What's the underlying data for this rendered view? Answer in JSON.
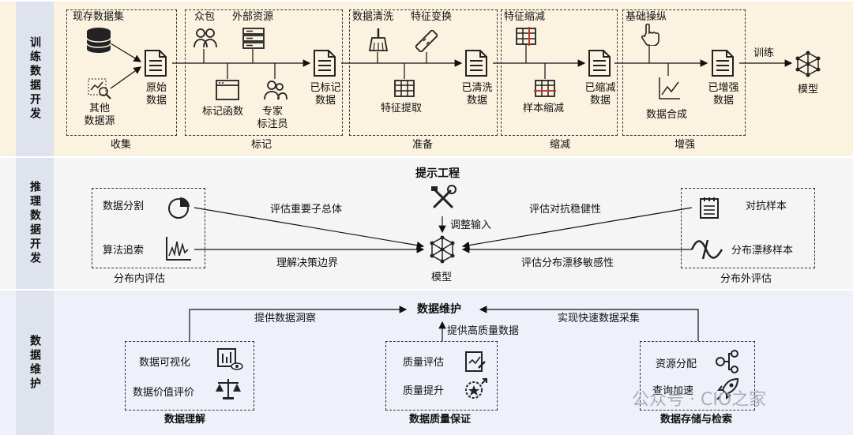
{
  "sections": {
    "training": "训练数据开发",
    "inference": "推理数据开发",
    "maintenance": "数据维护"
  },
  "training": {
    "collect": {
      "stage": "收集",
      "existing": "现存数据集",
      "other": [
        "其他",
        "数据源"
      ],
      "output": [
        "原始",
        "数据"
      ]
    },
    "label": {
      "stage": "标记",
      "crowd": "众包",
      "external": "外部资源",
      "func": "标记函数",
      "expert": [
        "专家",
        "标注员"
      ],
      "output": [
        "已标记",
        "数据"
      ]
    },
    "prepare": {
      "stage": "准备",
      "clean": "数据清洗",
      "transform": "特征变换",
      "extract": "特征提取",
      "output": [
        "已清洗",
        "数据"
      ]
    },
    "reduce": {
      "stage": "缩减",
      "feature": "特征缩减",
      "sample": "样本缩减",
      "output": [
        "已缩减",
        "数据"
      ]
    },
    "augment": {
      "stage": "增强",
      "manip": "基础操纵",
      "synth": "数据合成",
      "output": [
        "已增强",
        "数据"
      ]
    },
    "train_label": "训练",
    "model": "模型"
  },
  "inference": {
    "title": "提示工程",
    "adjust": "调整输入",
    "model": "模型",
    "split": "数据分割",
    "trace": "算法追索",
    "in_dist": "分布内评估",
    "eval_subpop": "评估重要子总体",
    "understand": "理解决策边界",
    "adversarial": "对抗样本",
    "shift": "分布漂移样本",
    "out_dist": "分布外评估",
    "eval_robust": "评估对抗稳健性",
    "eval_shift": "评估分布漂移敏感性"
  },
  "maintenance": {
    "title": "数据维护",
    "understanding": {
      "group": "数据理解",
      "viz": "数据可视化",
      "valuation": "数据价值评价",
      "arrow": "提供数据洞察"
    },
    "quality": {
      "group": "数据质量保证",
      "assess": "质量评估",
      "improve": "质量提升",
      "arrow": "提供高质量数据"
    },
    "storage": {
      "group": "数据存储与检索",
      "alloc": "资源分配",
      "query": "查询加速",
      "arrow": "实现快速数据采集"
    }
  },
  "watermark": "公众号 · CIO之家",
  "colors": {
    "training_bg": "#fbf2df",
    "inference_bg": "#f5f5f5",
    "maintenance_bg": "#eef1f9",
    "label_bg": "#dfe3ee",
    "accent_red": "#c0392b"
  }
}
